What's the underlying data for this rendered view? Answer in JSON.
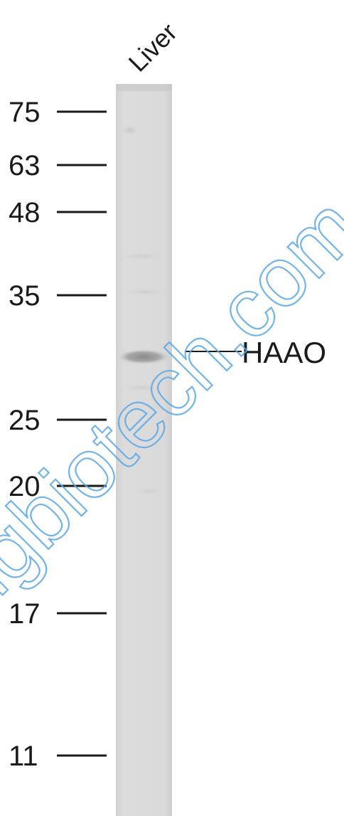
{
  "lane_label": "Liver",
  "target_label": "HAAO",
  "watermark": "ngbiotech.com",
  "markers": [
    {
      "value": "75",
      "kda": 75
    },
    {
      "value": "63",
      "kda": 63
    },
    {
      "value": "48",
      "kda": 48
    },
    {
      "value": "35",
      "kda": 35
    },
    {
      "value": "25",
      "kda": 25
    },
    {
      "value": "20",
      "kda": 20
    },
    {
      "value": "17",
      "kda": 17
    },
    {
      "value": "11",
      "kda": 11
    }
  ],
  "band": {
    "kda": 30
  },
  "colors": {
    "lane": "#d9d9d9",
    "ink": "#1a1a1a",
    "watermark": "#5aa8e6"
  }
}
